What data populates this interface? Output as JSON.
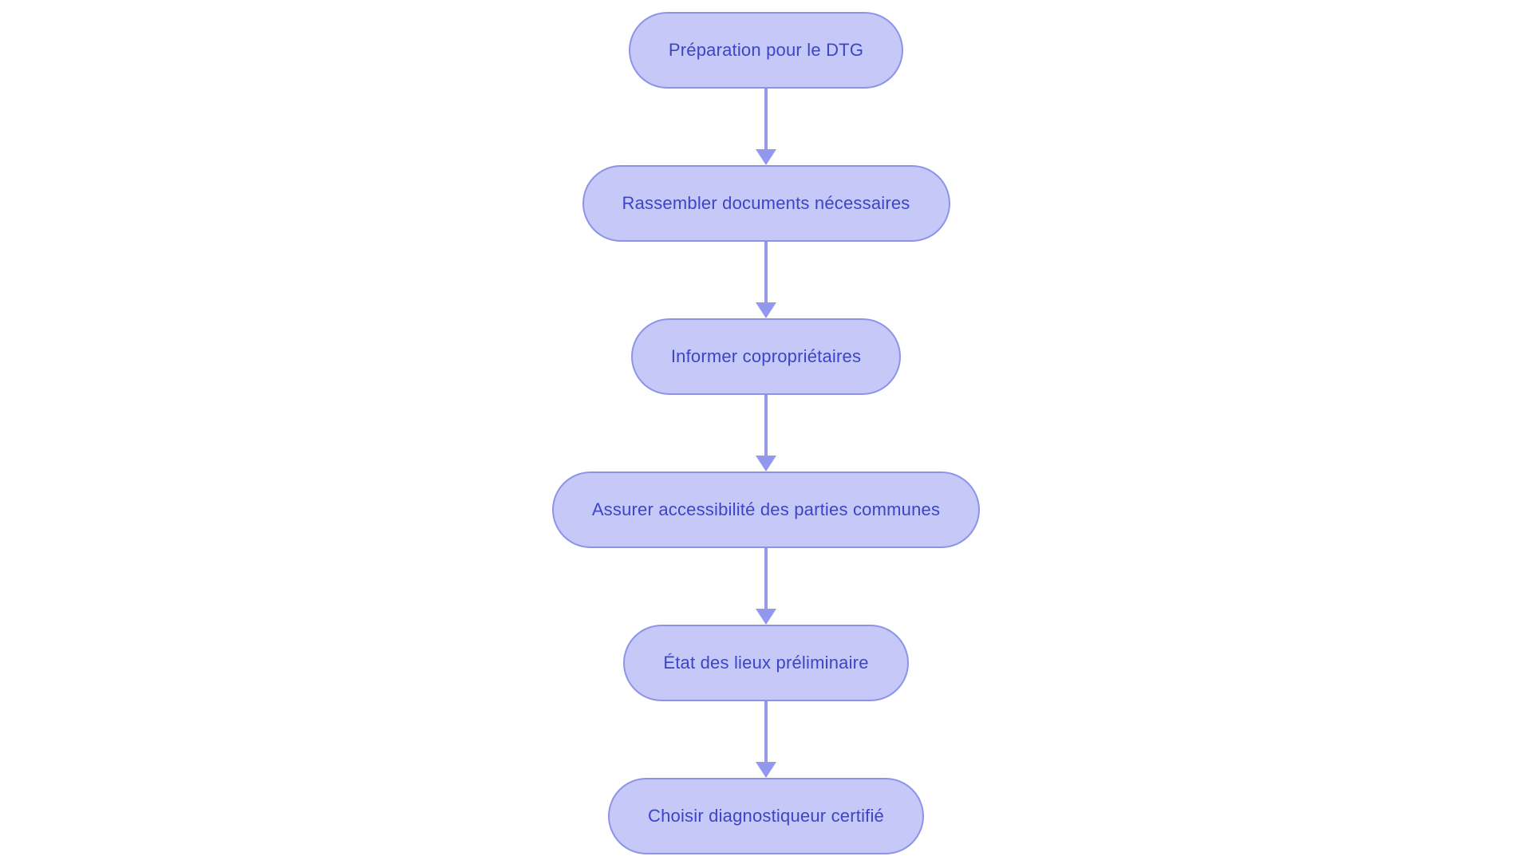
{
  "diagram": {
    "type": "flowchart",
    "direction": "top-down",
    "nodes": [
      {
        "id": "n1",
        "label": "Préparation pour le DTG"
      },
      {
        "id": "n2",
        "label": "Rassembler documents nécessaires"
      },
      {
        "id": "n3",
        "label": "Informer copropriétaires"
      },
      {
        "id": "n4",
        "label": "Assurer accessibilité des parties communes"
      },
      {
        "id": "n5",
        "label": "État des lieux préliminaire"
      },
      {
        "id": "n6",
        "label": "Choisir diagnostiqueur certifié"
      }
    ],
    "edges": [
      {
        "from": "n1",
        "to": "n2"
      },
      {
        "from": "n2",
        "to": "n3"
      },
      {
        "from": "n3",
        "to": "n4"
      },
      {
        "from": "n4",
        "to": "n5"
      },
      {
        "from": "n5",
        "to": "n6"
      }
    ],
    "theme": {
      "background": "#ffffff",
      "node_fill": "#c6c9f7",
      "node_border": "#8e93ea",
      "node_text": "#3b45c8",
      "arrow": "#9398ec"
    }
  }
}
